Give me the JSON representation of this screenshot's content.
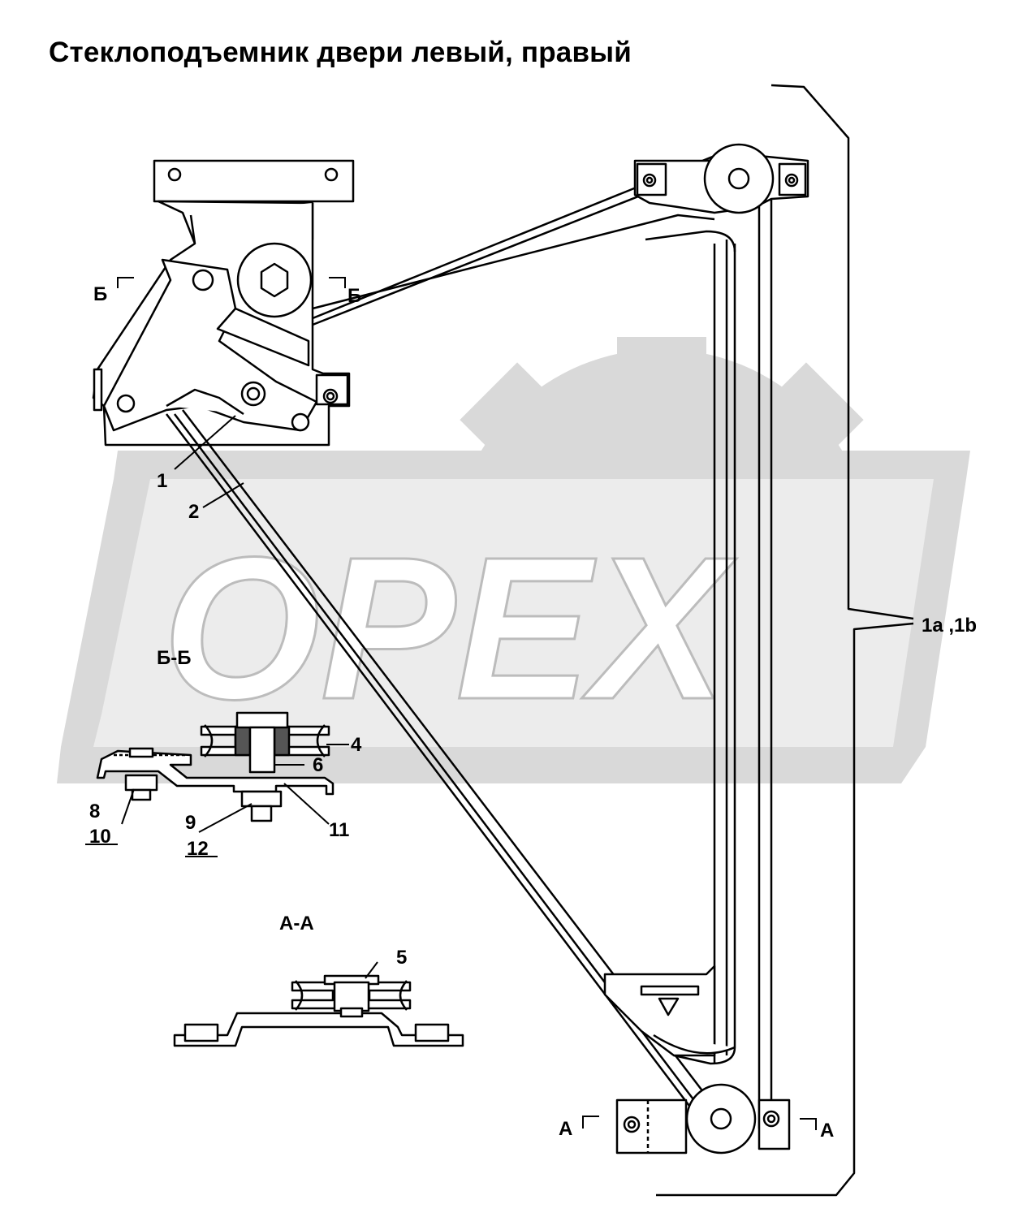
{
  "title": "Стеклоподъемник двери левый, правый",
  "watermark": {
    "text": "OPEX",
    "color": "#d6d6d6"
  },
  "section_marks": {
    "bb_left": "Б",
    "bb_right": "Б",
    "aa_left": "А",
    "aa_right": "А"
  },
  "section_titles": {
    "bb": "Б-Б",
    "aa": "А-А"
  },
  "callouts": {
    "c1": "1",
    "c2": "2",
    "c4": "4",
    "c5": "5",
    "c6": "6",
    "c8": "8",
    "c9": "9",
    "c10": "10",
    "c11": "11",
    "c12": "12",
    "c1ab": "1а ,1b"
  }
}
